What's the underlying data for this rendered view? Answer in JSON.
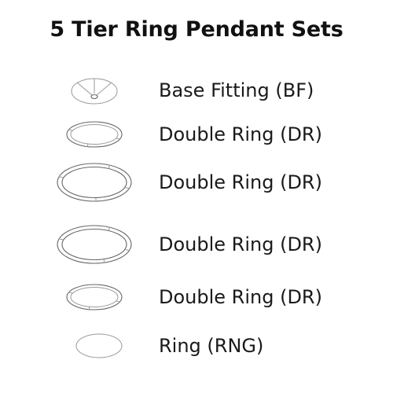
{
  "title": "5 Tier Ring Pendant Sets",
  "items": [
    {
      "label": "Base Fitting (BF)",
      "icon": "base-fitting-icon"
    },
    {
      "label": "Double Ring (DR)",
      "icon": "double-ring-icon"
    },
    {
      "label": "Double Ring (DR)",
      "icon": "double-ring-icon"
    },
    {
      "label": "Double Ring (DR)",
      "icon": "double-ring-icon"
    },
    {
      "label": "Double Ring (DR)",
      "icon": "double-ring-icon"
    },
    {
      "label": "Ring (RNG)",
      "icon": "ring-icon"
    }
  ]
}
